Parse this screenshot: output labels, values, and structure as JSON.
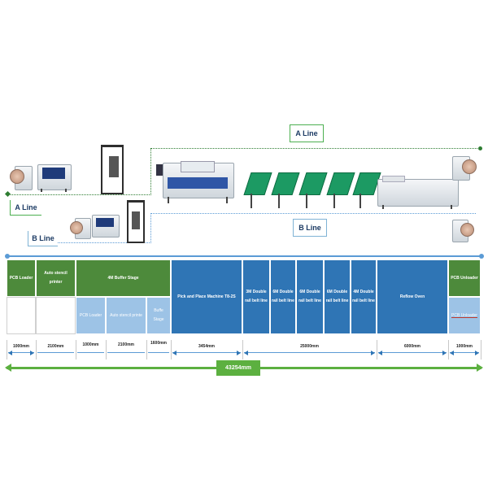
{
  "labels": {
    "a_line_top": "A Line",
    "a_line_left": "A Line",
    "b_line_left": "B Line",
    "b_line_mid": "B Line"
  },
  "table": {
    "pcb_loader": "PCB Loader",
    "auto_stencil_printer": "Auto stencil printer",
    "buffer_stage_4m": "4M Buffer Stage",
    "pcb_loader_b": "PCB Loader",
    "auto_stencil_printer_b": "Auto stencil printe",
    "buffer_stage_b": "Buffe Stage",
    "pick_place": "Pick and Place Machine T8-2S",
    "rail_3m": "3M Double rail belt line",
    "rail_6m_1": "6M Double rail belt line",
    "rail_6m_2": "6M Double rail belt line",
    "rail_6m_3": "6M Double rail belt line",
    "rail_4m": "4M Double rail belt line",
    "reflow_oven": "Reflow Oven",
    "pcb_unloader": "PCB Unloader",
    "pcb_unloader_b": "PCB Unloader"
  },
  "dimensions": {
    "d1": "1000mm",
    "d2": "2100mm",
    "d3": "1000mm",
    "d4": "2100mm",
    "d5": "1600mm",
    "d6": "3454mm",
    "d7": "25000mm",
    "d8": "6000mm",
    "d9": "1000mm",
    "total": "43254mm"
  },
  "colors": {
    "green": "#4d8a3b",
    "blue": "#2f75b5",
    "light_blue": "#9dc3e6",
    "total_bar": "#5cb040"
  }
}
